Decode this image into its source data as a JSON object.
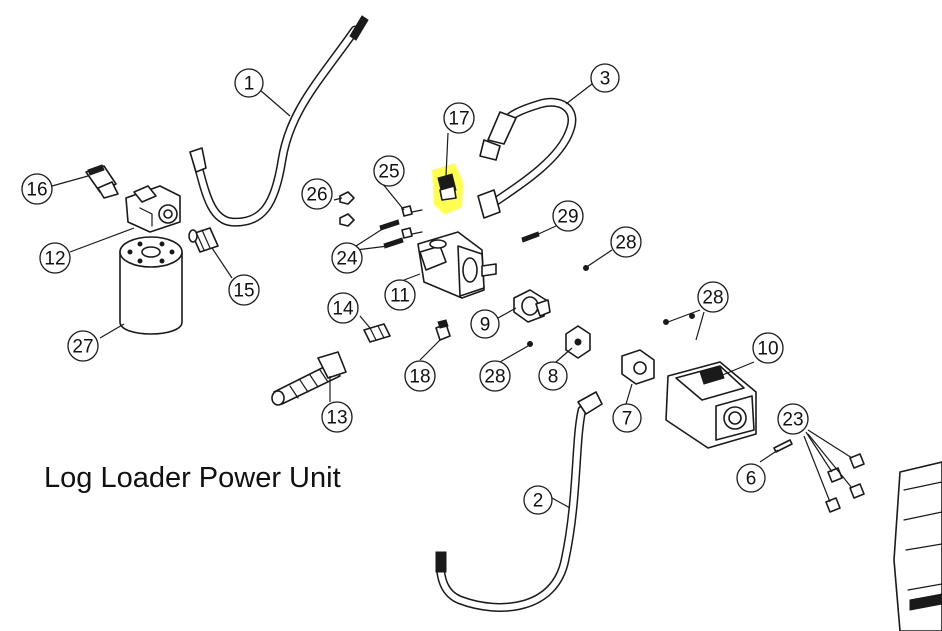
{
  "title": "Log Loader Power Unit",
  "highlight_color": "#ffff44",
  "callouts": [
    {
      "label": "1",
      "part": "hose-1"
    },
    {
      "label": "2",
      "part": "hose-2"
    },
    {
      "label": "3",
      "part": "hose-3"
    },
    {
      "label": "6",
      "part": "pin"
    },
    {
      "label": "7",
      "part": "coupler-half"
    },
    {
      "label": "8",
      "part": "coupler-spider"
    },
    {
      "label": "9",
      "part": "coupler-half"
    },
    {
      "label": "10",
      "part": "pump-mount"
    },
    {
      "label": "11",
      "part": "hydraulic-pump"
    },
    {
      "label": "12",
      "part": "filter-head"
    },
    {
      "label": "13",
      "part": "suction-strainer"
    },
    {
      "label": "14",
      "part": "fitting"
    },
    {
      "label": "15",
      "part": "pipe-nipple"
    },
    {
      "label": "16",
      "part": "elbow-fitting"
    },
    {
      "label": "17",
      "part": "fitting-highlighted"
    },
    {
      "label": "18",
      "part": "fitting"
    },
    {
      "label": "23",
      "part": "bolts"
    },
    {
      "label": "24",
      "part": "studs"
    },
    {
      "label": "25",
      "part": "bolts"
    },
    {
      "label": "26",
      "part": "nuts"
    },
    {
      "label": "27",
      "part": "filter-element"
    },
    {
      "label": "28",
      "part": "set-screws"
    },
    {
      "label": "29",
      "part": "key"
    }
  ]
}
